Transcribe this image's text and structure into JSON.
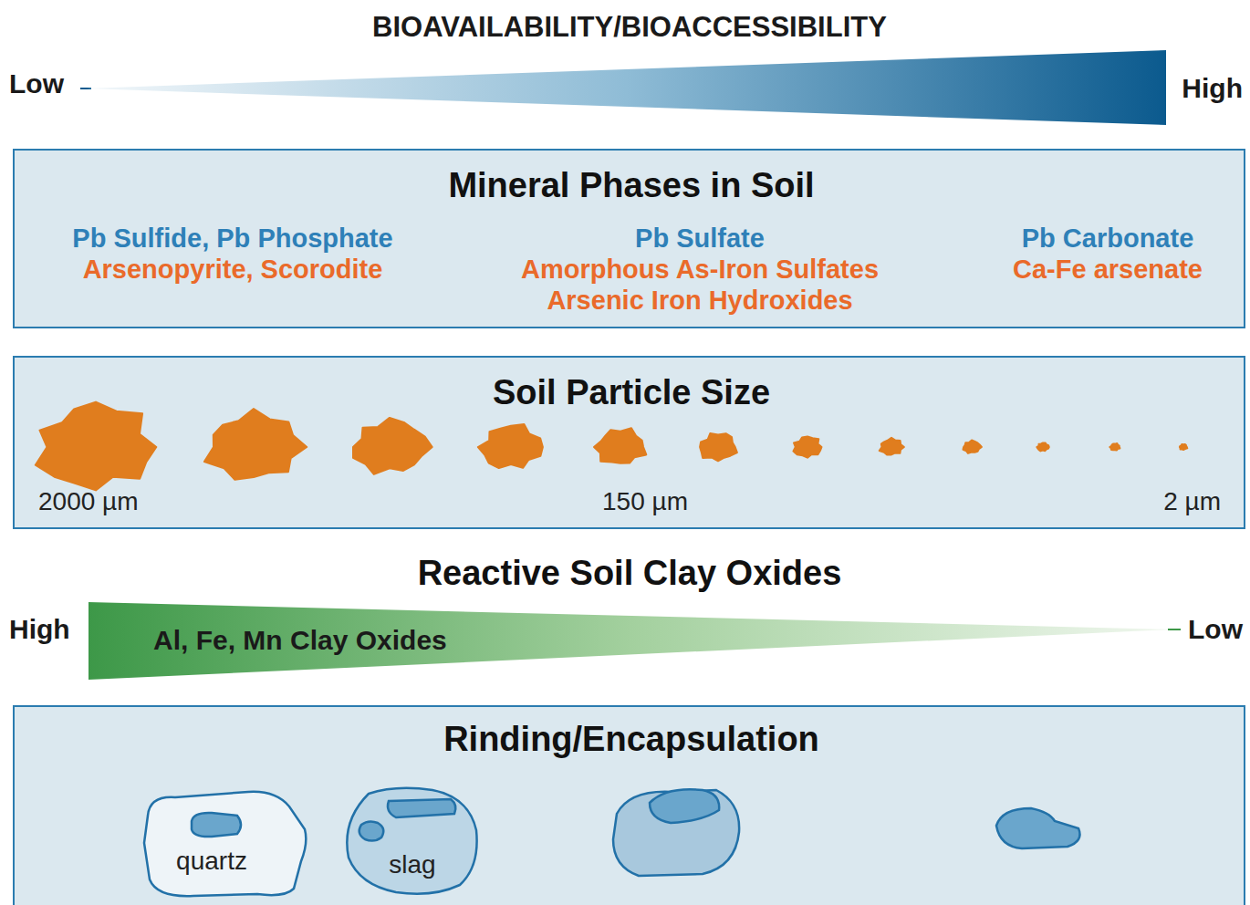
{
  "diagram": {
    "title": "BIOAVAILABILITY/BIOACCESSIBILITY",
    "nodes": [
      {
        "text": [
          "Mineral Phases in Soil",
          "Pb Sulfide, Pb Phosphate",
          "Arsenopyrite, Scorodite",
          "Pb Sulfate",
          "Amorphous As-Iron Sulfates",
          "Arsenic Iron Hydroxides",
          "Pb Carbonate",
          "Ca-Fe arsenate"
        ]
      },
      {
        "text": [
          "Soil Particle Size",
          "2000 µm",
          "150 µm",
          "2 µm"
        ]
      },
      {
        "text": [
          "Rinding/Encapsulation"
        ]
      },
      {
        "text": [
          "quartz"
        ],
        "in": 2
      },
      {
        "text": [
          "slag"
        ],
        "in": 2
      }
    ],
    "labels": [
      "Low",
      "High",
      "Reactive Soil Clay Oxides",
      "High",
      "Al, Fe, Mn Clay Oxides",
      "Low"
    ]
  }
}
